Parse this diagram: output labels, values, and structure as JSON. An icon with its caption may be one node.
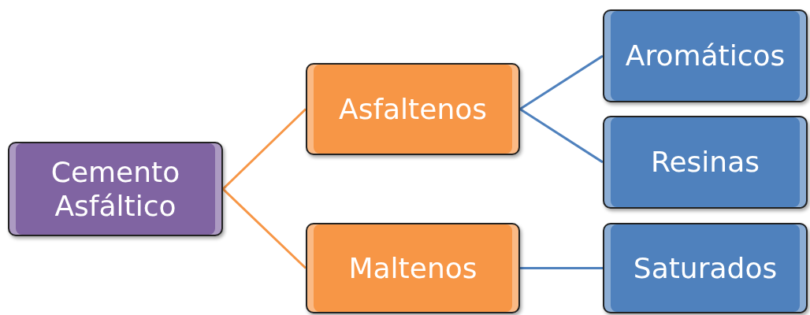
{
  "diagram": {
    "nodes": [
      {
        "text": [
          "Cemento Asfáltico"
        ]
      },
      {
        "text": [
          "Asfaltenos"
        ]
      },
      {
        "text": [
          "Maltenos"
        ]
      },
      {
        "text": [
          "Aromáticos"
        ]
      },
      {
        "text": [
          "Resinas"
        ]
      },
      {
        "text": [
          "Saturados"
        ]
      }
    ],
    "edges": [
      {
        "from": 0,
        "to": 1,
        "arrow": "none",
        "color": "#f79646"
      },
      {
        "from": 0,
        "to": 2,
        "arrow": "none",
        "color": "#f79646"
      },
      {
        "from": 1,
        "to": 3,
        "arrow": "none"
      },
      {
        "from": 1,
        "to": 4,
        "arrow": "none"
      },
      {
        "from": 2,
        "to": 5,
        "arrow": "none"
      }
    ]
  }
}
